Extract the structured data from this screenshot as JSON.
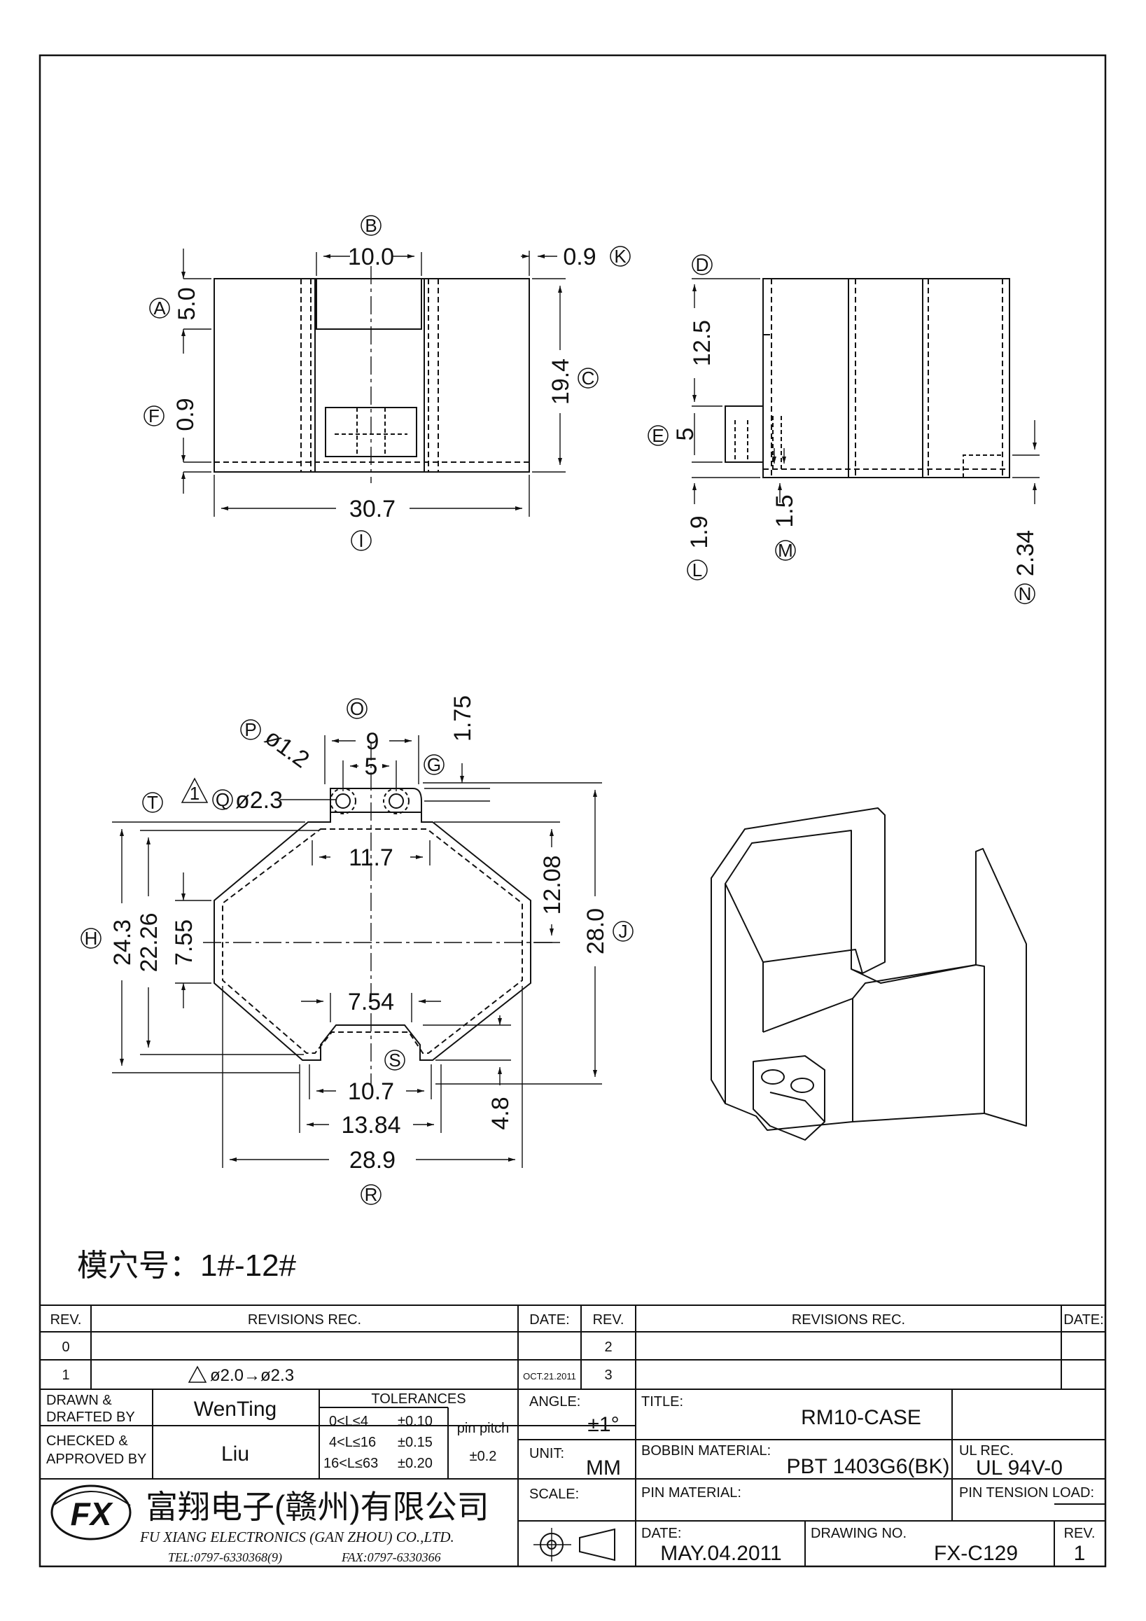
{
  "front_view": {
    "dims": {
      "A": "5.0",
      "B": "10.0",
      "K": "0.9",
      "C": "19.4",
      "F": "0.9",
      "I": "30.7"
    },
    "labels": {
      "A": "A",
      "B": "B",
      "K": "K",
      "C": "C",
      "F": "F",
      "I": "I"
    }
  },
  "side_view": {
    "dims": {
      "D_val": "12.5",
      "E_val": "5",
      "L_val": "1.9",
      "M_val": "1.5",
      "N_val": "2.34"
    },
    "labels": {
      "D": "D",
      "E": "E",
      "L": "L",
      "M": "M",
      "N": "N"
    }
  },
  "top_view": {
    "dims": {
      "O": "9",
      "five": "5",
      "G": "1.75",
      "P": "ø1.2",
      "Q": "ø2.3",
      "eleven7": "11.7",
      "H": "24.3",
      "two226": "22.26",
      "seven55": "7.55",
      "twelve08": "12.08",
      "J": "28.0",
      "seven54": "7.54",
      "S": "10.7",
      "thirteen84": "13.84",
      "four8": "4.8",
      "R": "28.9"
    },
    "labels": {
      "O": "O",
      "P": "P",
      "Q": "Q",
      "G": "G",
      "T": "T",
      "H": "H",
      "J": "J",
      "S": "S",
      "R": "R"
    },
    "rev_mark": "1"
  },
  "cavity_note": "模穴号：1#-12#",
  "title_block": {
    "rev_header": "REV.",
    "revisions_header": "REVISIONS   REC.",
    "date_header": "DATE:",
    "rev_rows": [
      {
        "rev": "0",
        "desc": "",
        "date": ""
      },
      {
        "rev": "1",
        "desc": "ø2.0→ø2.3",
        "date": "OCT.21.2011"
      }
    ],
    "rev_right_rows": [
      {
        "rev": "2"
      },
      {
        "rev": "3"
      }
    ],
    "drawn_label": "DRAWN  &",
    "drafted_label": "DRAFTED BY",
    "drawn_by": "WenTing",
    "checked_label": "CHECKED &",
    "approved_label": "APPROVED BY",
    "checked_by": "Liu",
    "tolerances_label": "TOLERANCES",
    "tol_rows": [
      {
        "range": "0<L≤4",
        "tol": "±0.10"
      },
      {
        "range": "4<L≤16",
        "tol": "±0.15"
      },
      {
        "range": "16<L≤63",
        "tol": "±0.20"
      }
    ],
    "pin_pitch_label": "pin  pitch",
    "pin_pitch_value": "±0.2",
    "angle_label": "ANGLE:",
    "angle_value": "±1°",
    "unit_label": "UNIT:",
    "unit_value": "MM",
    "scale_label": "SCALE:",
    "title_label": "TITLE:",
    "title_value": "RM10-CASE",
    "bobbin_label": "BOBBIN MATERIAL:",
    "bobbin_value": "PBT  1403G6(BK)",
    "ul_label": "UL REC.",
    "ul_value": "UL  94V-0",
    "pin_material_label": "PIN MATERIAL:",
    "pin_tension_label": "PIN TENSION LOAD:",
    "date_label": "DATE:",
    "date_value": "MAY.04.2011",
    "drawing_no_label": "DRAWING NO.",
    "drawing_no_value": "FX-C129",
    "rev_label": "REV.",
    "rev_value": "1",
    "company_cn": "富翔电子(赣州)有限公司",
    "company_en": "FU XIANG ELECTRONICS (GAN ZHOU) CO.,LTD.",
    "tel": "TEL:0797-6330368(9)",
    "fax": "FAX:0797-6330366",
    "logo_text": "FX"
  }
}
